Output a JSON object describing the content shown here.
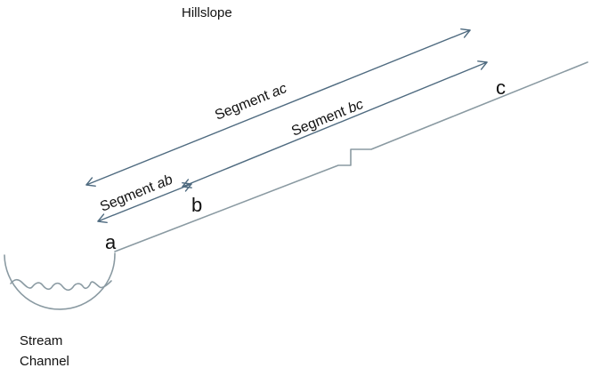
{
  "diagram": {
    "hillslope_label": "Hillslope",
    "stream_label_line1": "Stream",
    "stream_label_line2": "Channel",
    "point_a": "a",
    "point_b": "b",
    "point_c": "c",
    "segments": {
      "ac": {
        "prefix": "Segment ",
        "name": "ac"
      },
      "bc": {
        "prefix": "Segment ",
        "name": "bc"
      },
      "ab": {
        "prefix": "Segment ",
        "name": "ab"
      }
    }
  },
  "colors": {
    "hillslope_line": "#8a9aa2",
    "arrow_line": "#4f6b80",
    "text": "#111111"
  }
}
